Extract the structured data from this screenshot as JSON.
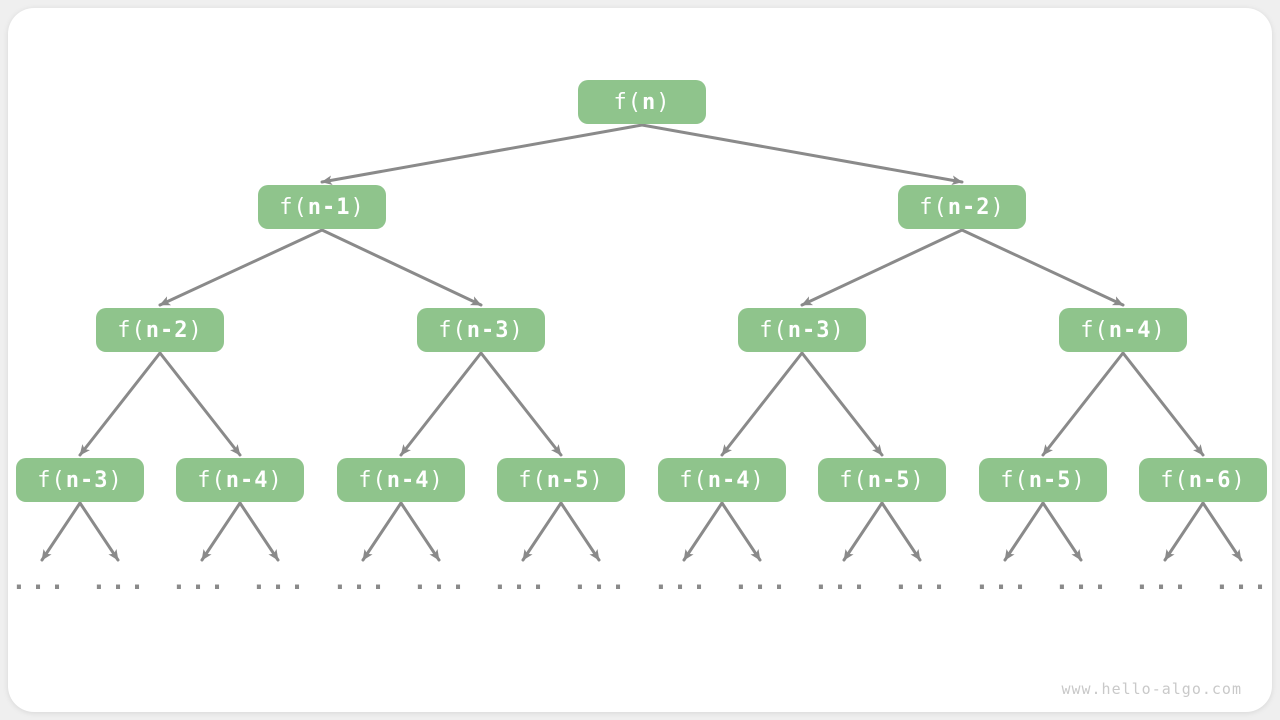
{
  "page": {
    "watermark": "www.hello-algo.com"
  },
  "colors": {
    "page_bg": "#EFEFEF",
    "card_bg": "#FFFFFF",
    "node_fill": "#8FC48C",
    "node_text": "#FFFFFF",
    "arrow": "#8A8A8A",
    "ellipsis": "#8A8A8A",
    "watermark": "#C9C9C9"
  },
  "diagram": {
    "type": "recursion-tree",
    "ellipsis": "...",
    "levels": [
      {
        "nodes": [
          "f(n)"
        ]
      },
      {
        "nodes": [
          "f(n-1)",
          "f(n-2)"
        ]
      },
      {
        "nodes": [
          "f(n-2)",
          "f(n-3)",
          "f(n-3)",
          "f(n-4)"
        ]
      },
      {
        "nodes": [
          "f(n-3)",
          "f(n-4)",
          "f(n-4)",
          "f(n-5)",
          "f(n-4)",
          "f(n-5)",
          "f(n-5)",
          "f(n-6)"
        ]
      }
    ],
    "leaves_per_bottom_node": 2
  }
}
